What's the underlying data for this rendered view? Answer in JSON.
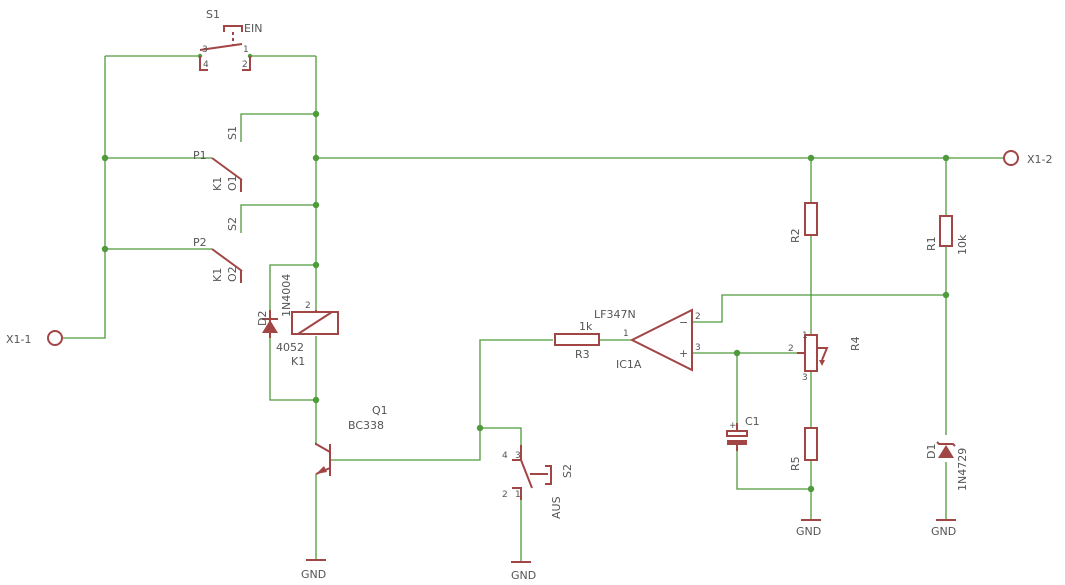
{
  "labels": {
    "s1_name": "S1",
    "s1_value": "EIN",
    "s1_pin1": "1",
    "s1_pin2": "2",
    "s1_pin3": "3",
    "s1_pin4": "4",
    "k1_contact1": "S1",
    "k1_contact2": "S2",
    "p1": "P1",
    "p2": "P2",
    "k1_a": "K1",
    "k1_b": "K1",
    "o1": "O1",
    "o2": "O2",
    "d2_name": "D2",
    "d2_value": "1N4004",
    "relay_pin2": "2",
    "relay_value": "4052",
    "relay_name": "K1",
    "x1_1": "X1-1",
    "x1_2": "X1-2",
    "q1_name": "Q1",
    "q1_value": "BC338",
    "r3_value": "1k",
    "r3_name": "R3",
    "ic_value": "LF347N",
    "ic_name": "IC1A",
    "ic_pin1": "1",
    "ic_pin2": "2",
    "ic_pin3": "3",
    "ic_minus": "−",
    "ic_plus": "+",
    "r2_name": "R2",
    "r1_name": "R1",
    "r1_value": "10k",
    "r4_name": "R4",
    "r4_pin1": "1",
    "r4_pin2": "2",
    "r4_pin3": "3",
    "c1_name": "C1",
    "r5_name": "R5",
    "d1_name": "D1",
    "d1_value": "1N4729",
    "s2_name": "S2",
    "s2_value": "AUS",
    "s2_pin1": "1",
    "s2_pin2": "2",
    "s2_pin3": "3",
    "s2_pin4": "4",
    "gnd1": "GND",
    "gnd2": "GND",
    "gnd3": "GND",
    "gnd4": "GND"
  },
  "colors": {
    "wire": "#4f9a3a",
    "component": "#a24545",
    "text": "#555555"
  }
}
